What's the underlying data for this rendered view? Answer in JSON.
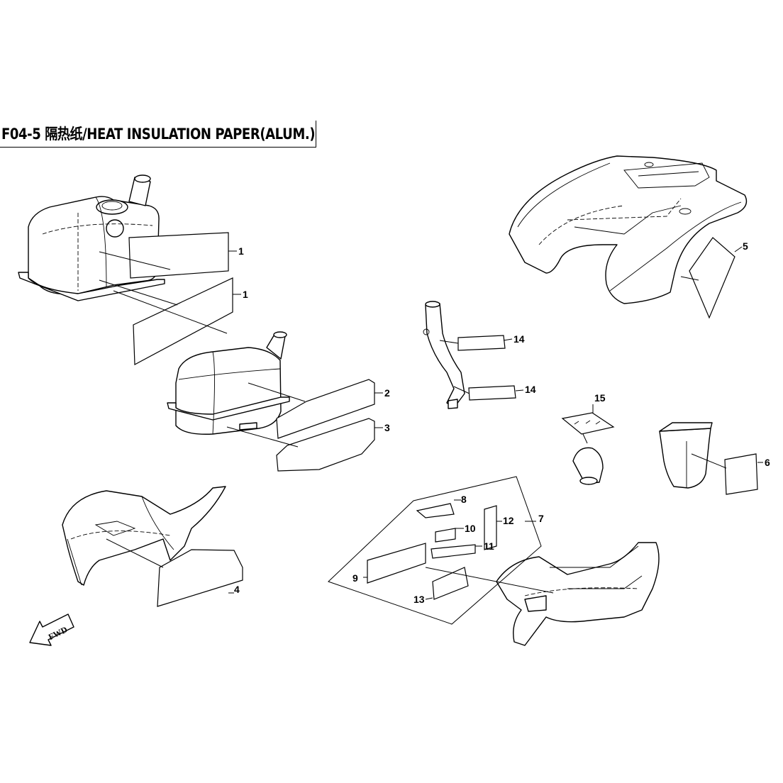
{
  "title": "F04-5 隔热纸/HEAT INSULATION PAPER(ALUM.)",
  "callouts": [
    "1",
    "1",
    "2",
    "3",
    "4",
    "5",
    "6",
    "7",
    "8",
    "9",
    "10",
    "11",
    "12",
    "13",
    "14",
    "14",
    "15"
  ],
  "fwd_label": "FWD",
  "parts": [
    "fuel-tank",
    "fuel-tank-lower",
    "rear-fender",
    "front-fender",
    "side-fender",
    "air-intake-pipe",
    "air-box",
    "intake-funnel"
  ]
}
